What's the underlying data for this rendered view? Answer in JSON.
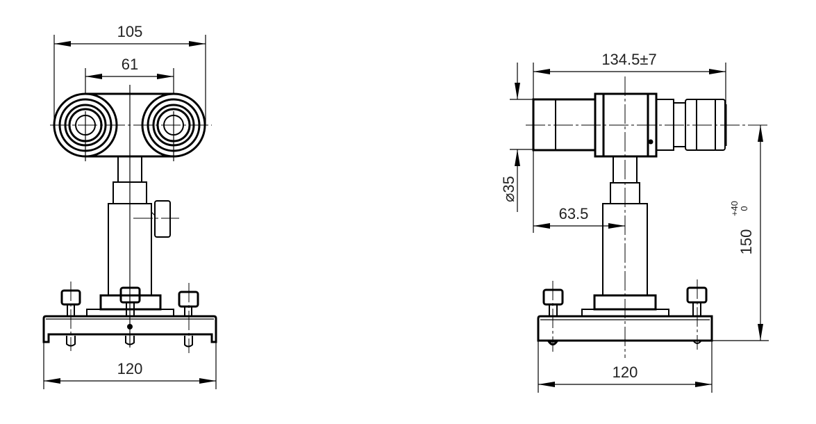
{
  "front_view": {
    "overall_width": "105",
    "lens_spacing": "61",
    "base_width": "120"
  },
  "side_view": {
    "length": "134.5±7",
    "diameter": "⌀35",
    "offset": "63.5",
    "height": "150",
    "height_tol_upper": "+40",
    "height_tol_lower": "0",
    "base_width": "120"
  },
  "colors": {
    "line": "#000000",
    "background": "#ffffff"
  }
}
